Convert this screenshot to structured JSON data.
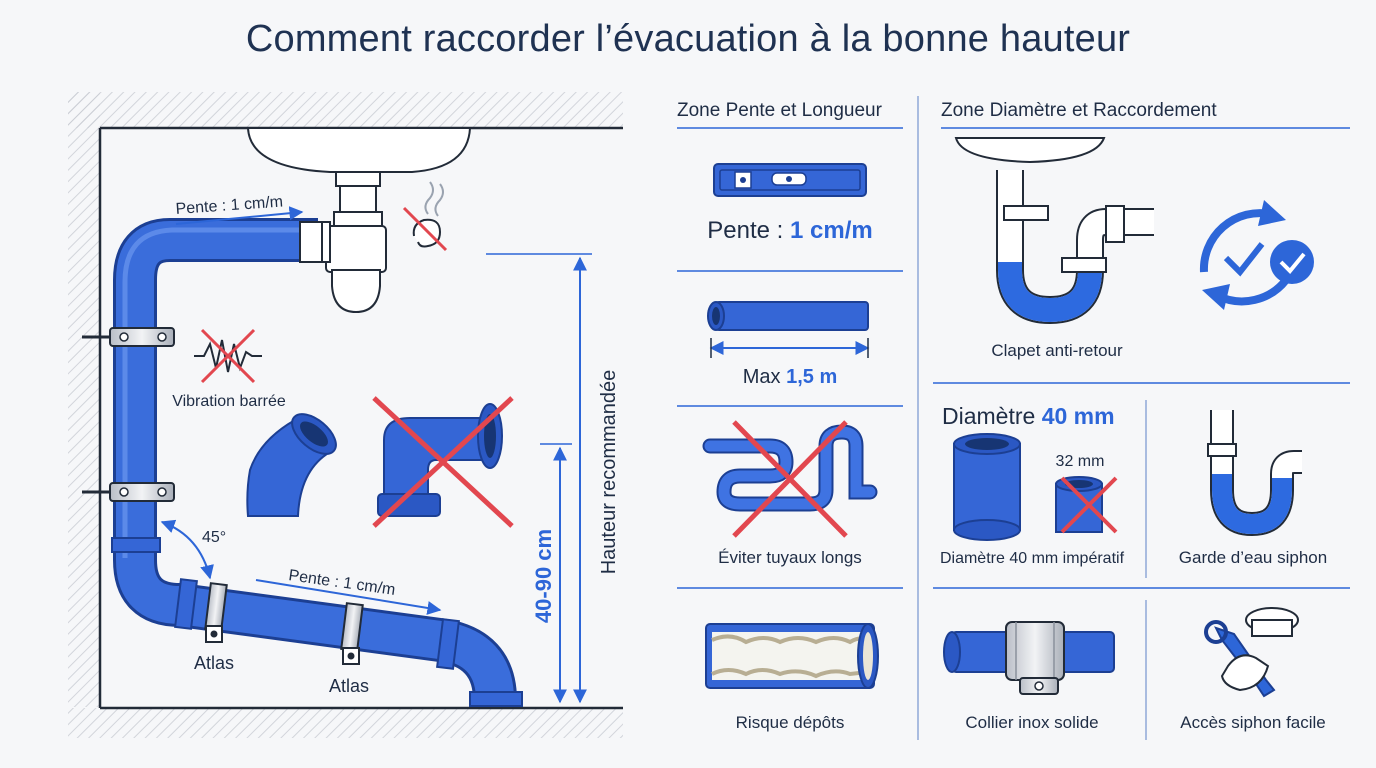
{
  "title": "Comment raccorder l’évacuation à la bonne hauteur",
  "colors": {
    "pipe": "#3566d6",
    "pipe_dark": "#1c3f93",
    "accent": "#2d66d8",
    "cross": "#e2474f",
    "ink": "#1f2d45",
    "water": "#2d6ae0"
  },
  "left_panel": {
    "pente_top": "Pente : 1 cm/m",
    "pente_bottom": "Pente : 1 cm/m",
    "vibration": "Vibration barrée",
    "angle": "45°",
    "atlas_1": "Atlas",
    "atlas_2": "Atlas",
    "height_range": "40-90 cm",
    "height_label": "Hauteur recommandée"
  },
  "right_panel": {
    "zone_1_title": "Zone Pente et Longueur",
    "zone_2_title": "Zone Diamètre et Raccordement",
    "pente_prefix": "Pente : ",
    "pente_value": "1 cm/m",
    "max_prefix": "Max ",
    "max_value": "1,5 m",
    "eviter": "Éviter tuyaux longs",
    "risque": "Risque dépôts",
    "clapet": "Clapet anti-retour",
    "diametre_prefix": "Diamètre ",
    "diametre_value": "40 mm",
    "small_diam": "32 mm",
    "diametre_caption": "Diamètre 40 mm impératif",
    "garde": "Garde d’eau siphon",
    "collier": "Collier inox solide",
    "acces": "Accès siphon facile"
  },
  "icons": [
    "level-icon",
    "pipe-length-icon",
    "long-pipe-crossed-icon",
    "deposit-pipe-icon",
    "check-valve-trap-icon",
    "cycle-check-icon",
    "diameter-40-icon",
    "diameter-32-crossed-icon",
    "trap-seal-icon",
    "clamp-icon",
    "wrench-hand-icon",
    "smell-crossed-icon",
    "vibration-crossed-icon",
    "elbow-45-icon",
    "elbow-90-crossed-icon"
  ]
}
